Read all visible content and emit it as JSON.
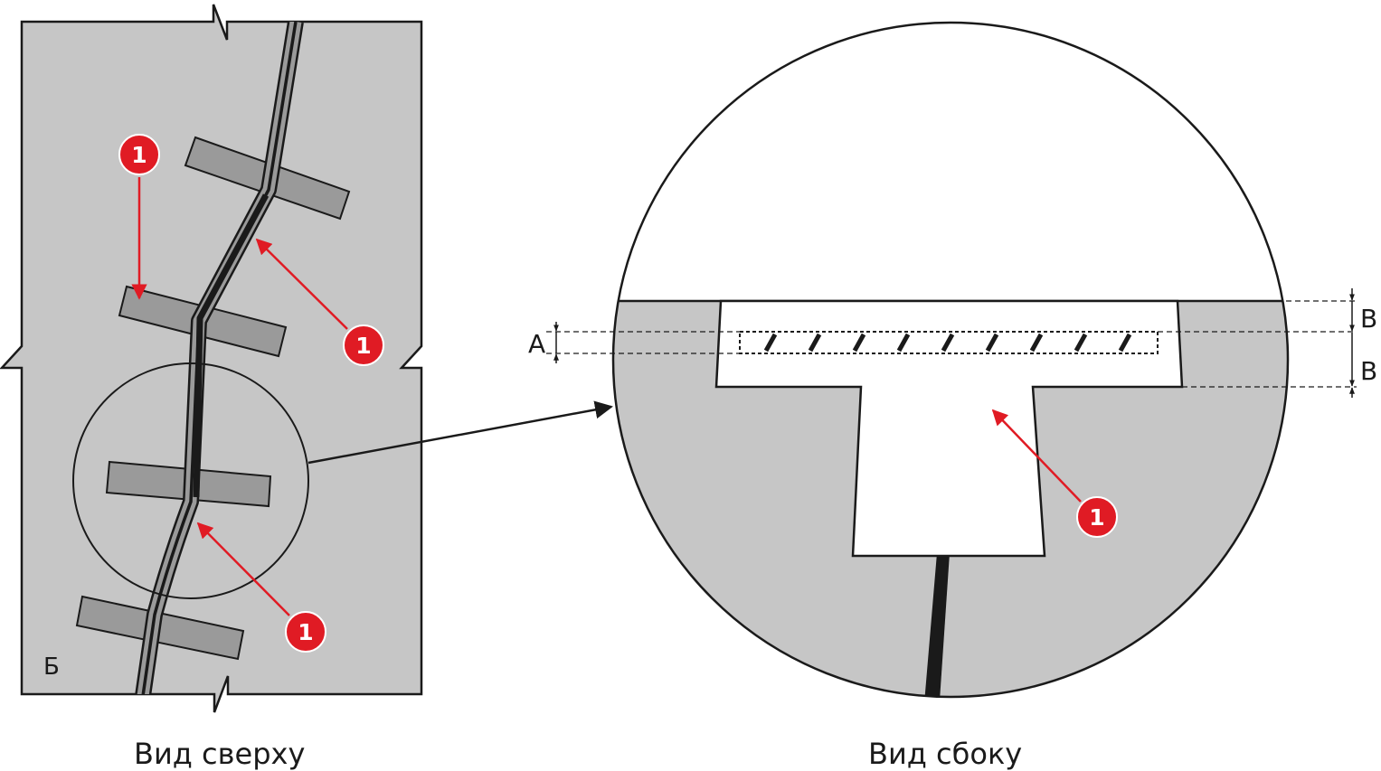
{
  "labels": {
    "top_view": "Вид сверху",
    "side_view": "Вид сбоку",
    "section_mark": "Б",
    "dim_a": "А",
    "dim_b_upper": "В",
    "dim_b_lower": "В"
  },
  "callouts": {
    "top_left": "1",
    "top_right": "1",
    "bottom": "1",
    "side": "1"
  },
  "colors": {
    "slab": "#c6c6c6",
    "crack_fill": "#9a9a9a",
    "crack_core": "#1a1a1a",
    "staple": "#9a9a9a",
    "callout": "#e01b24",
    "outline": "#1a1a1a",
    "cut_fill": "#ffffff"
  }
}
